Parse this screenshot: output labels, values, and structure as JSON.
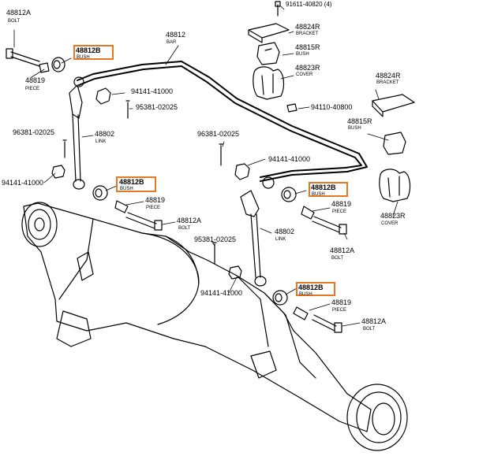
{
  "labels": {
    "bolt_top_left_pn": "48812A",
    "bolt_top_left_nm": "BOLT",
    "bush_top_left_pn": "48812B",
    "bush_top_left_nm": "BUSH",
    "piece_top_left_pn": "48819",
    "piece_top_left_nm": "PIECE",
    "bar_pn": "48812",
    "bar_nm": "BAR",
    "screw_top_pn": "91611-40820 (4)",
    "bracket_top_pn": "48824R",
    "bracket_top_nm": "BRACKET",
    "bush_right_top_pn": "48815R",
    "bush_right_top_nm": "BUSH",
    "cover_top_pn": "48823R",
    "cover_top_nm": "COVER",
    "bracket_right_pn": "48824R",
    "bracket_right_nm": "BRACKET",
    "nut_left_pn": "94141-41000",
    "pin_left_pn": "95381-02025",
    "washer_pn": "94110-40800",
    "bush_right_pn": "48815R",
    "bush_right_nm": "BUSH",
    "link_left_pn": "48802",
    "link_left_nm": "LINK",
    "cotter_far_left_pn": "96381-02025",
    "cotter_mid_pn": "96381-02025",
    "nut_mid_pn": "94141-41000",
    "nut_far_left_pn": "94141-41000",
    "bush_mid_left_pn": "48812B",
    "bush_mid_left_nm": "BUSH",
    "piece_mid_left_pn": "48819",
    "piece_mid_left_nm": "PIECE",
    "bolt_mid_left_pn": "48812A",
    "bolt_mid_left_nm": "BOLT",
    "bush_mid_right_pn": "48812B",
    "bush_mid_right_nm": "BUSH",
    "piece_mid_right_pn": "48819",
    "piece_mid_right_nm": "PIECE",
    "cover_right_pn": "48823R",
    "cover_right_nm": "COVER",
    "bolt_mid_right_pn": "48812A",
    "bolt_mid_right_nm": "BOLT",
    "link_right_pn": "48802",
    "link_right_nm": "LINK",
    "pin_lower_pn": "95381-02025",
    "nut_lower_pn": "94141-41000",
    "bush_lower_pn": "48812B",
    "bush_lower_nm": "BUSH",
    "piece_lower_pn": "48819",
    "piece_lower_nm": "PIECE",
    "bolt_lower_pn": "48812A",
    "bolt_lower_nm": "BOLT"
  },
  "highlight_color": "#e87722"
}
